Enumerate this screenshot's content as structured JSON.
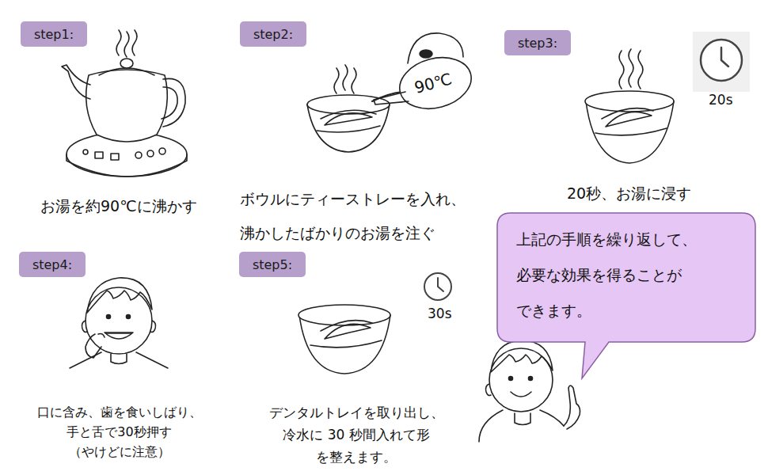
{
  "diagram": {
    "nodes": [
      {
        "text": [
          "step1:"
        ]
      },
      {
        "text": [
          "step2:"
        ]
      },
      {
        "text": [
          "step3:"
        ]
      },
      {
        "text": [
          "step4:"
        ]
      },
      {
        "text": [
          "step5:"
        ]
      },
      {
        "text": [
          "上記の手順を繰り返して、 必要な効果を得ることが できます。"
        ]
      }
    ],
    "labels": [
      "お湯を約90℃に沸かす",
      "90℃",
      "ボウルにティーストレーを入れ、 沸かしたばかりのお湯を注ぐ",
      "20s",
      "20秒、お湯に浸す",
      "口に含み、歯を食いしばり、 手と舌で30秒押す （やけどに注意）",
      "30s",
      "デンタルトレイを取り出し、 冷水に 30 秒間入れて形 を整えます。"
    ]
  }
}
